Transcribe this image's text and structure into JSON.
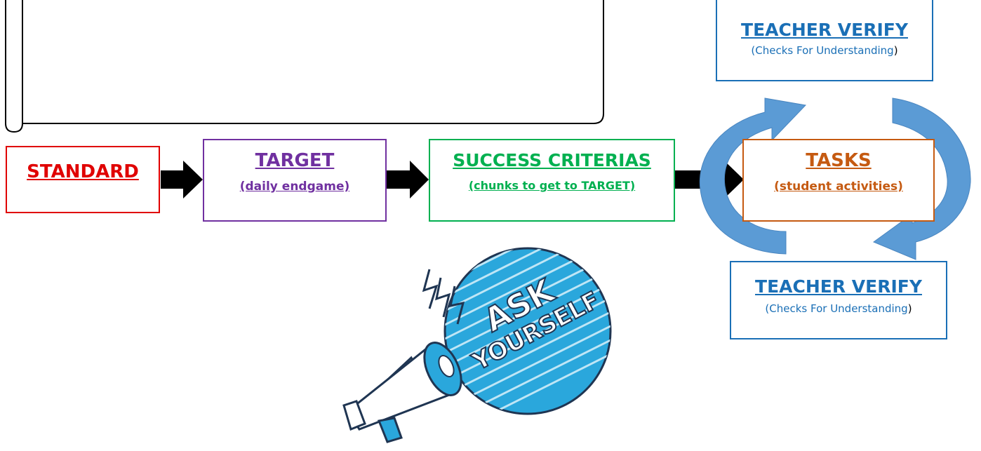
{
  "colors": {
    "standard": "#e00000",
    "target": "#7030a0",
    "success": "#00b050",
    "tasks": "#c55a11",
    "teacher": "#1a6fb6",
    "cycle_arrow": "#5b9bd5",
    "connector_arrow": "#000000"
  },
  "standard": {
    "label": "STANDARD"
  },
  "target": {
    "label": "TARGET",
    "sub": "(daily endgame)"
  },
  "success": {
    "label": "SUCCESS CRITERIAS",
    "sub": "(chunks to get to TARGET)"
  },
  "tasks": {
    "label": "TASKS",
    "sub": "(student activities)"
  },
  "teacher_top": {
    "label": "TEACHER VERIFY",
    "sub_open": "(Checks For Understanding",
    "sub_close": ")"
  },
  "teacher_bottom": {
    "label": "TEACHER VERIFY",
    "sub_open": "(Checks For Understanding",
    "sub_close": ")"
  },
  "megaphone": {
    "text_line1": "ASK",
    "text_line2": "YOURSELF",
    "icon": "megaphone-icon"
  }
}
